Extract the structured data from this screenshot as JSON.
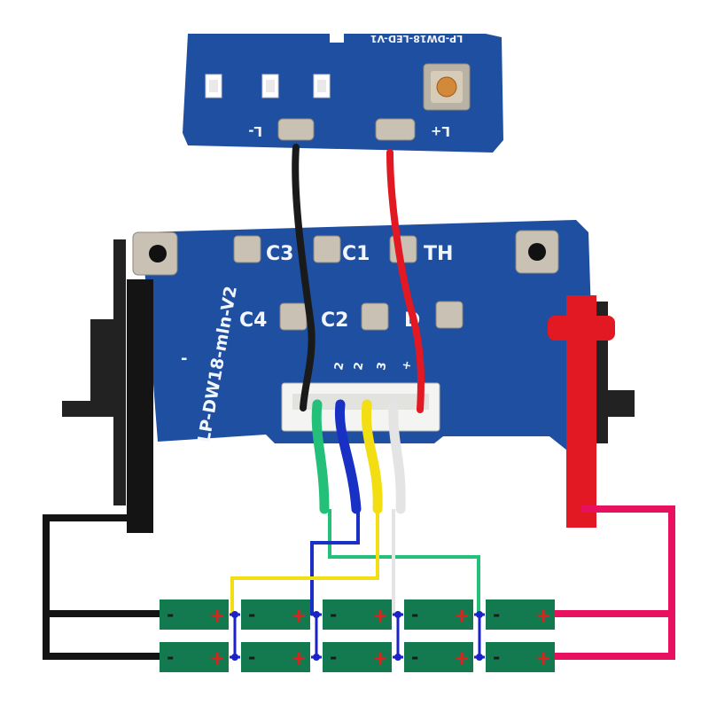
{
  "colors": {
    "pcb": "#1f4fa0",
    "pcb_dark": "#163d80",
    "pad": "#c9c2b4",
    "cell": "#127a4e",
    "plus": "#e0201c",
    "minus": "#1a1a1a",
    "link": "#1a22c8",
    "neg_wire": "#141414",
    "pos_wire": "#e8115f",
    "red_wire": "#e21822",
    "green_wire": "#24c07a",
    "blue_wire": "#1830c4",
    "yellow_wire": "#f2de12",
    "white_wire": "#e4e4e4",
    "housing": "#222222"
  },
  "led_board": {
    "name_text": "LP-DW18-LED-V1",
    "neg_label": "L-",
    "pos_label": "L+"
  },
  "bms_board": {
    "name_text": "LP-DW18-mln-V2",
    "pad_labels": [
      "C3",
      "C1",
      "TH",
      "C4",
      "C2",
      "D"
    ],
    "pin_labels": [
      "-",
      "2",
      "2",
      "3",
      "+"
    ],
    "side_mark": "-"
  },
  "cell_signs": {
    "plus": "+",
    "minus": "-"
  },
  "cell_grid": {
    "rows": 2,
    "columns": 5
  }
}
